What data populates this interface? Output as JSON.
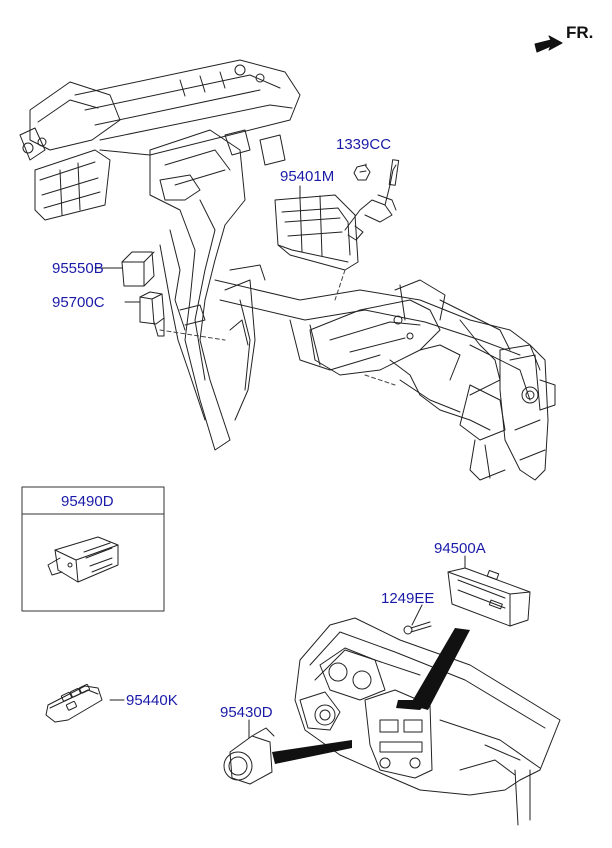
{
  "orientation": {
    "label": "FR."
  },
  "parts": {
    "p1339CC": "1339CC",
    "p95401M": "95401M",
    "p95550B": "95550B",
    "p95700C": "95700C",
    "p95490D": "95490D",
    "p94500A": "94500A",
    "p1249EE": "1249EE",
    "p95440K": "95440K",
    "p95430D": "95430D"
  }
}
